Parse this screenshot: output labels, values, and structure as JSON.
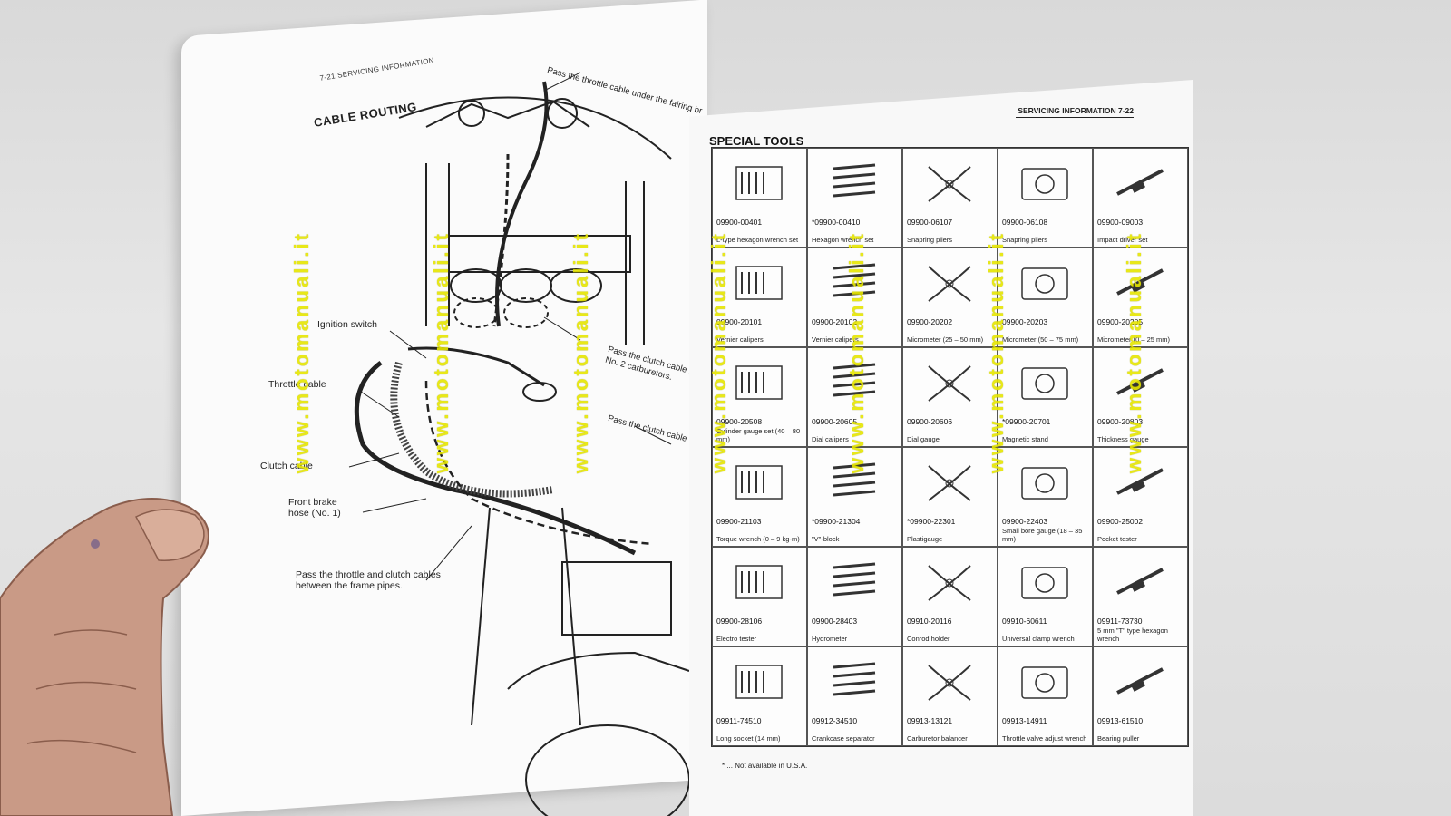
{
  "left_page": {
    "header": "7-21  SERVICING INFORMATION",
    "title": "CABLE ROUTING",
    "callouts": {
      "throttle_under_fairing": "Pass the throttle cable under the fairing br",
      "ignition_switch": "Ignition switch",
      "throttle_cable": "Throttle cable",
      "clutch_cable": "Clutch cable",
      "front_brake_hose_line1": "Front brake",
      "front_brake_hose_line2": "hose (No. 1)",
      "clutch_between_carbs_line1": "Pass the clutch cable between",
      "clutch_between_carbs_line2": "No. 2 carburetors.",
      "clutch_behind": "Pass the clutch cable behind",
      "throttle_clutch_frame_line1": "Pass the throttle and clutch cables",
      "throttle_clutch_frame_line2": "between the frame pipes."
    }
  },
  "right_page": {
    "header": "SERVICING INFORMATION  7-22",
    "title": "SPECIAL TOOLS",
    "footnote": "* ... Not available in U.S.A.",
    "tools": [
      {
        "code": "09900-00401",
        "name": "L-type hexagon wrench set"
      },
      {
        "code": "*09900-00410",
        "name": "Hexagon wrench set"
      },
      {
        "code": "09900-06107",
        "name": "Snapring pliers"
      },
      {
        "code": "09900-06108",
        "name": "Snapring pliers"
      },
      {
        "code": "09900-09003",
        "name": "Impact driver set"
      },
      {
        "code": "09900-20101",
        "name": "Vernier calipers"
      },
      {
        "code": "09900-20102",
        "name": "Vernier calipers"
      },
      {
        "code": "09900-20202",
        "name": "Micrometer (25 – 50 mm)"
      },
      {
        "code": "09900-20203",
        "name": "Micrometer (50 – 75 mm)"
      },
      {
        "code": "09900-20205",
        "name": "Micrometer (0 – 25 mm)"
      },
      {
        "code": "09900-20508",
        "name": "Cylinder gauge set (40 – 80 mm)"
      },
      {
        "code": "09900-20605",
        "name": "Dial calipers"
      },
      {
        "code": "09900-20606",
        "name": "Dial gauge"
      },
      {
        "code": "*09900-20701",
        "name": "Magnetic stand"
      },
      {
        "code": "09900-20803",
        "name": "Thickness gauge"
      },
      {
        "code": "09900-21103",
        "name": "Torque wrench (0 – 9 kg-m)"
      },
      {
        "code": "*09900-21304",
        "name": "\"V\"-block"
      },
      {
        "code": "*09900-22301",
        "name": "Plastigauge"
      },
      {
        "code": "09900-22403",
        "name": "Small bore gauge (18 – 35 mm)"
      },
      {
        "code": "09900-25002",
        "name": "Pocket tester"
      },
      {
        "code": "09900-28106",
        "name": "Electro tester"
      },
      {
        "code": "09900-28403",
        "name": "Hydrometer"
      },
      {
        "code": "09910-20116",
        "name": "Conrod holder"
      },
      {
        "code": "09910-60611",
        "name": "Universal clamp wrench"
      },
      {
        "code": "09911-73730",
        "name": "5 mm \"T\" type hexagon wrench"
      },
      {
        "code": "09911-74510",
        "name": "Long socket (14 mm)"
      },
      {
        "code": "09912-34510",
        "name": "Crankcase separator"
      },
      {
        "code": "09913-13121",
        "name": "Carburetor balancer"
      },
      {
        "code": "09913-14911",
        "name": "Throttle valve adjust wrench"
      },
      {
        "code": "09913-61510",
        "name": "Bearing puller"
      }
    ]
  },
  "watermark": "www.motomanuali.it"
}
